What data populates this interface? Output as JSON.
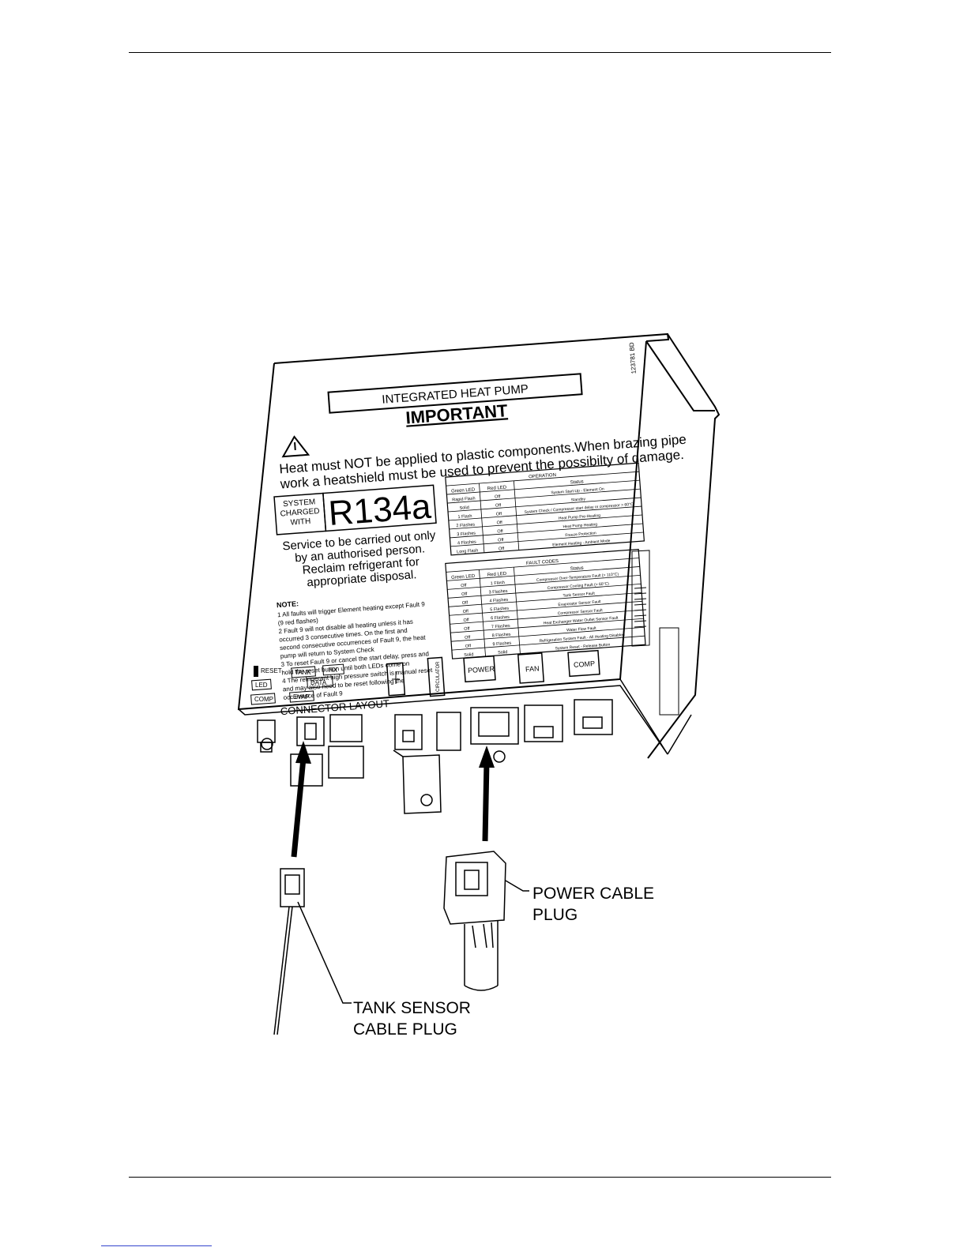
{
  "label": {
    "title": "INTEGRATED HEAT PUMP",
    "important": "IMPORTANT",
    "warning_line1": "Heat must NOT be applied to plastic components.When brazing pipe",
    "warning_line2": "work a heatshield must be used to prevent the possibilty of damage.",
    "charged_line1": "SYSTEM",
    "charged_line2": "CHARGED",
    "charged_line3": "WITH",
    "refrigerant": "R134a",
    "service_line1": "Service to be carried out only",
    "service_line2": "by an authorised person.",
    "service_line3": "Reclaim refrigerant for",
    "service_line4": "appropriate disposal.",
    "part_code": "123781 BD",
    "note_heading": "NOTE:",
    "notes": [
      "1  All faults will trigger Element heating  except Fault 9",
      "   (9 red flashes)",
      "2  Fault 9 will not disable all heating unless it has",
      "   occurred 3 consecutive times. On the first and",
      "   second consecutive occurrences of Fault 9, the heat",
      "   pump will return to System Check",
      "3  To reset Fault 9 or cancel the start delay, press and",
      "   hold the reset button until both LEDs come on",
      "4  The refrigerant high pressure switch is manual reset",
      "   and may also need to be reset following the",
      "   occurrence of Fault 9"
    ],
    "operation_table": {
      "title": "OPERATION",
      "headers": [
        "Green LED",
        "Red LED",
        "Status"
      ],
      "rows": [
        [
          "Rapid Flash",
          "Off",
          "System Start-Up - Element On"
        ],
        [
          "Solid",
          "Off",
          "Standby"
        ],
        [
          "1 Flash",
          "Off",
          "System Check / Compressor start delay or compressor > 60°C"
        ],
        [
          "2 Flashes",
          "Off",
          "Heat Pump Pre-Heating"
        ],
        [
          "3 Flashes",
          "Off",
          "Heat Pump Heating"
        ],
        [
          "4 Flashes",
          "Off",
          "Freeze Protection"
        ],
        [
          "Long Flash",
          "Off",
          "Element Heating - Ambient Mode"
        ]
      ]
    },
    "fault_table": {
      "title": "FAULT CODES",
      "headers": [
        "Green LED",
        "Red LED",
        "Status"
      ],
      "rows": [
        [
          "Off",
          "1 Flash",
          "Compressor Over-Temperature Fault (> 110°C)"
        ],
        [
          "Off",
          "3 Flashes",
          "Compressor Cooling Fault (> 60°C)"
        ],
        [
          "Off",
          "4 Flashes",
          "Tank Sensor Fault"
        ],
        [
          "Off",
          "5 Flashes",
          "Evaporator Sensor Fault"
        ],
        [
          "Off",
          "6 Flashes",
          "Compressor Sensor Fault"
        ],
        [
          "Off",
          "7 Flashes",
          "Heat Exchanger Water Outlet Sensor Fault"
        ],
        [
          "Off",
          "8 Flashes",
          "Water Flow Fault"
        ],
        [
          "Off",
          "9 Flashes",
          "Refrigeration System Fault - All Heating Disabled"
        ],
        [
          "Solid",
          "Solid",
          "System Reset - Release Button"
        ]
      ]
    },
    "connector_layout": "CONNECTOR LAYOUT",
    "connectors": {
      "reset": "RESET",
      "led": "LED",
      "comp_small": "COMP",
      "tank": "TANK",
      "hx": "HX",
      "data": "DATA",
      "evap": "EVAP",
      "circulator": "CIRCULATOR",
      "power": "POWER",
      "fan": "FAN",
      "comp": "COMP"
    }
  },
  "callouts": {
    "power_line1": "POWER CABLE",
    "power_line2": "PLUG",
    "tank_line1": "TANK SENSOR",
    "tank_line2": "CABLE PLUG"
  }
}
